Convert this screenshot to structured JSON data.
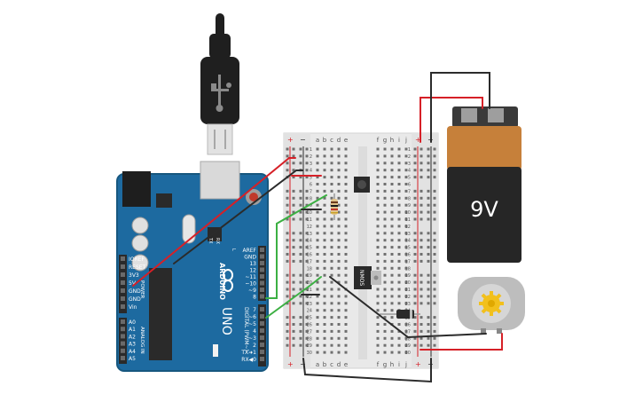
{
  "arduino": {
    "brand": "ARDUINO",
    "model": "UNO",
    "digital_label": "DIGITAL (PWM~)",
    "power_label": "POWER",
    "analog_label": "ANALOG IN",
    "led_tx": "TX",
    "led_rx": "RX",
    "led_l": "L",
    "top_header_pins": [
      "AREF",
      "GND",
      "13",
      "12",
      "~11",
      "~10",
      "~9",
      "8"
    ],
    "bottom_header_pins": [
      "7",
      "~6",
      "~5",
      "4",
      "~3",
      "2",
      "TX➜1",
      "RX◀0"
    ],
    "power_pins": [
      "IOREF",
      "RESET",
      "3V3",
      "5V",
      "GND",
      "GND",
      "Vin"
    ],
    "analog_pins": [
      "A0",
      "A1",
      "A2",
      "A3",
      "A4",
      "A5"
    ],
    "colors": {
      "board": "#1d6aa0",
      "board_edge": "#17577f",
      "header": "#2a2a2a"
    }
  },
  "breadboard": {
    "col_letters_left": [
      "a",
      "b",
      "c",
      "d",
      "e"
    ],
    "col_letters_right": [
      "f",
      "g",
      "h",
      "i",
      "j"
    ],
    "rail_plus": "+",
    "rail_minus": "−",
    "row_numbers": [
      "1",
      "2",
      "3",
      "4",
      "5",
      "6",
      "7",
      "8",
      "9",
      "10",
      "11",
      "12",
      "13",
      "14",
      "15",
      "16",
      "17",
      "18",
      "19",
      "20",
      "21",
      "22",
      "23",
      "24",
      "25",
      "26",
      "27",
      "28",
      "29",
      "30"
    ]
  },
  "components": {
    "mosfet_label": "NMOS",
    "battery_label": "9V"
  },
  "colors": {
    "wire_red": "#d62027",
    "wire_black": "#2b2b2b",
    "wire_green": "#3cb043",
    "battery_orange": "#c6803a",
    "battery_body": "#262626",
    "motor_gray": "#bdbdbd",
    "motor_gear": "#f2c01c"
  }
}
